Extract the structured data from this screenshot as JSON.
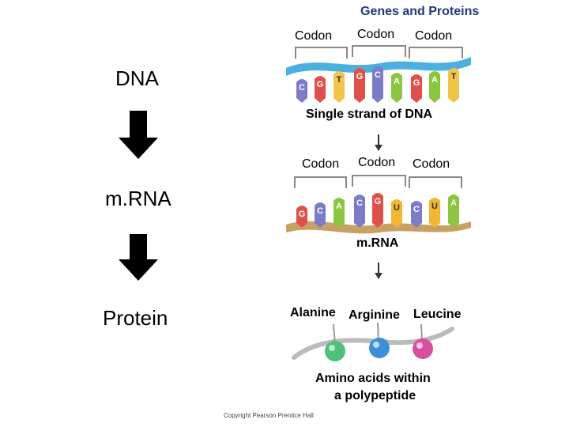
{
  "title": "Genes and Proteins",
  "left_labels": {
    "dna": "DNA",
    "mrna": "m.RNA",
    "protein": "Protein"
  },
  "dna_panel": {
    "codon_labels": [
      "Codon",
      "Codon",
      "Codon"
    ],
    "bases": [
      "C",
      "G",
      "T",
      "G",
      "C",
      "A",
      "G",
      "A",
      "T"
    ],
    "caption": "Single strand of DNA"
  },
  "mrna_panel": {
    "codon_labels": [
      "Codon",
      "Codon",
      "Codon"
    ],
    "bases": [
      "G",
      "C",
      "A",
      "C",
      "G",
      "U",
      "C",
      "U",
      "A"
    ],
    "caption": "m.RNA"
  },
  "protein_panel": {
    "amino_acids": [
      "Alanine",
      "Arginine",
      "Leucine"
    ],
    "caption_line1": "Amino acids within",
    "caption_line2": "a polypeptide"
  },
  "copyright": "Copyright Pearson Prentice Hall",
  "colors": {
    "C": "#7b7bc8",
    "G": "#e0504a",
    "T": "#f0c64a",
    "A": "#8cc63f",
    "U": "#f2b632",
    "dna_backbone": "#4ab0e0",
    "rna_backbone": "#c9a063",
    "alanine": "#4fbf7a",
    "arginine": "#3d8fd9",
    "leucine": "#d94fa0"
  }
}
